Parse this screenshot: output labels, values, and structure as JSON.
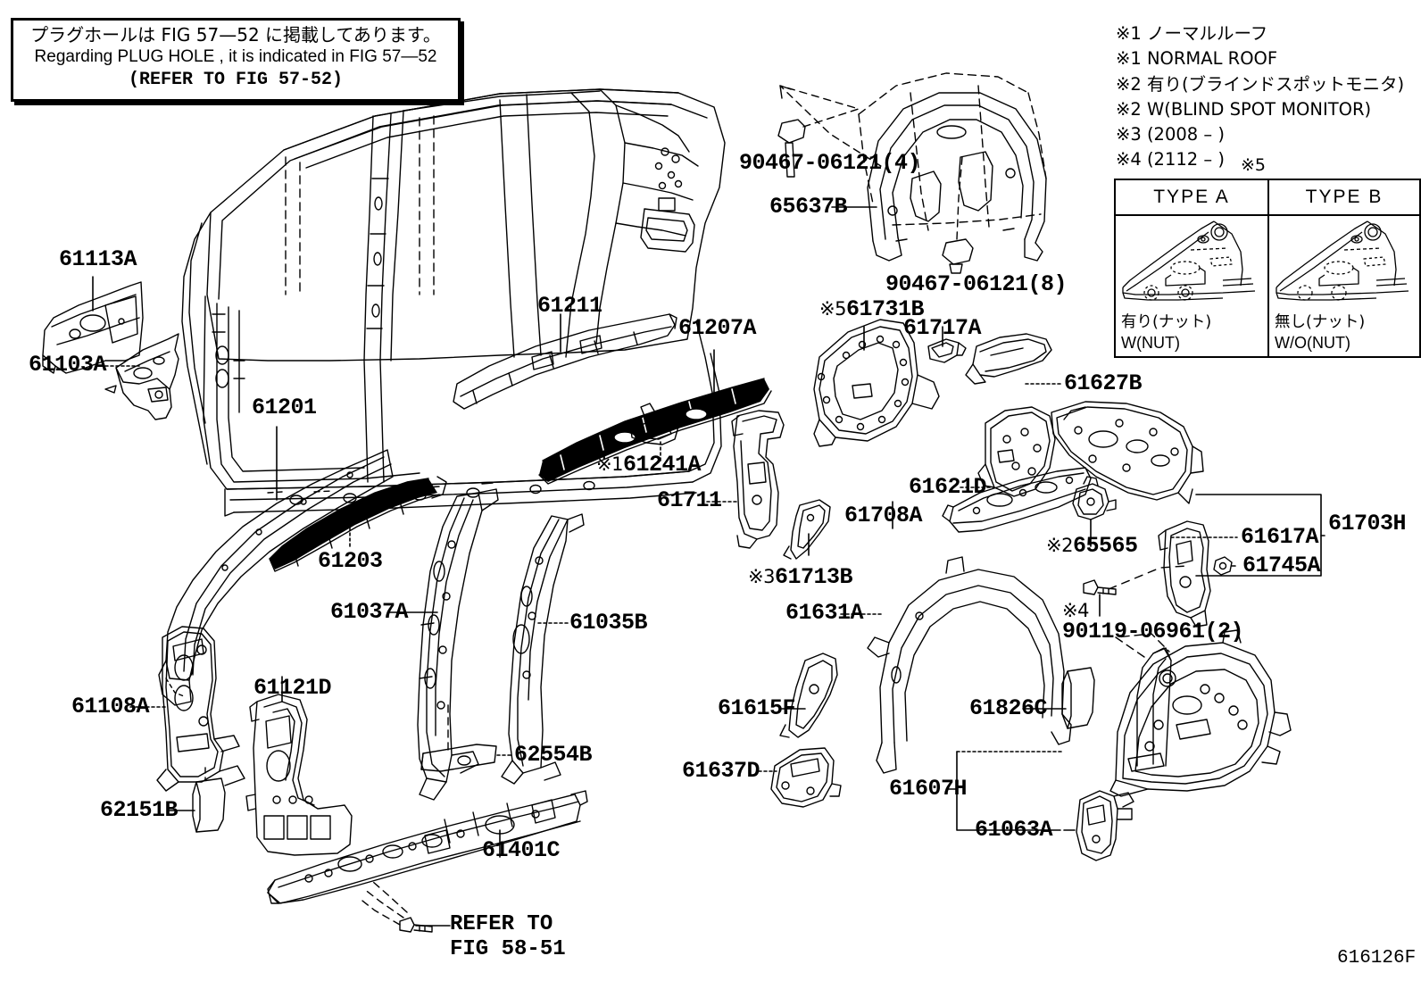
{
  "figure": {
    "code": "616126F"
  },
  "plug_hole_note": {
    "line_jp": "プラグホールは FIG 57—52 に掲載してあります。",
    "line_en": "Regarding  PLUG  HOLE , it is indicated in  FIG  57—52",
    "line_ref": "(REFER TO FIG 57-52)"
  },
  "notes": [
    "※1 ノーマルルーフ",
    "※1 NORMAL ROOF",
    "※2 有り(ブラインドスポットモニタ)",
    "※2 W(BLIND SPOT MONITOR)",
    "※3 (2008 –          )",
    "※4 (2112 –          )"
  ],
  "type_table": {
    "marker": "※5",
    "columns": [
      {
        "header": "TYPE  A",
        "caption_jp": "有り(ナット)",
        "caption_en": "W(NUT)"
      },
      {
        "header": "TYPE  B",
        "caption_jp": "無し(ナット)",
        "caption_en": "W/O(NUT)"
      }
    ]
  },
  "refer_note": {
    "line1": "REFER TO",
    "line2": "FIG 58-51"
  },
  "parts": [
    {
      "id": "p-61113A",
      "number": "61113A",
      "prefix": ""
    },
    {
      "id": "p-61103A",
      "number": "61103A",
      "prefix": ""
    },
    {
      "id": "p-61201",
      "number": "61201",
      "prefix": ""
    },
    {
      "id": "p-61203",
      "number": "61203",
      "prefix": ""
    },
    {
      "id": "p-61211",
      "number": "61211",
      "prefix": ""
    },
    {
      "id": "p-61207A",
      "number": "61207A",
      "prefix": ""
    },
    {
      "id": "p-61241A",
      "number": "61241A",
      "prefix": "※1"
    },
    {
      "id": "p-61037A",
      "number": "61037A",
      "prefix": ""
    },
    {
      "id": "p-61035B",
      "number": "61035B",
      "prefix": ""
    },
    {
      "id": "p-61108A",
      "number": "61108A",
      "prefix": ""
    },
    {
      "id": "p-61121D",
      "number": "61121D",
      "prefix": ""
    },
    {
      "id": "p-62151B",
      "number": "62151B",
      "prefix": ""
    },
    {
      "id": "p-62554B",
      "number": "62554B",
      "prefix": ""
    },
    {
      "id": "p-61401C",
      "number": "61401C",
      "prefix": ""
    },
    {
      "id": "p-90467a",
      "number": "90467-06121(4)",
      "prefix": ""
    },
    {
      "id": "p-65637B",
      "number": "65637B",
      "prefix": ""
    },
    {
      "id": "p-90467b",
      "number": "90467-06121(8)",
      "prefix": ""
    },
    {
      "id": "p-61731B",
      "number": "61731B",
      "prefix": "※5"
    },
    {
      "id": "p-61717A",
      "number": "61717A",
      "prefix": ""
    },
    {
      "id": "p-61627B",
      "number": "61627B",
      "prefix": ""
    },
    {
      "id": "p-61711",
      "number": "61711",
      "prefix": ""
    },
    {
      "id": "p-61708A",
      "number": "61708A",
      "prefix": ""
    },
    {
      "id": "p-61621D",
      "number": "61621D",
      "prefix": ""
    },
    {
      "id": "p-61713B",
      "number": "61713B",
      "prefix": "※3"
    },
    {
      "id": "p-65565",
      "number": "65565",
      "prefix": "※2"
    },
    {
      "id": "p-61617A",
      "number": "61617A",
      "prefix": ""
    },
    {
      "id": "p-61745A",
      "number": "61745A",
      "prefix": ""
    },
    {
      "id": "p-61703H",
      "number": "61703H",
      "prefix": ""
    },
    {
      "id": "p-90119",
      "number": "90119-06961(2)",
      "prefix": "※4"
    },
    {
      "id": "p-61631A",
      "number": "61631A",
      "prefix": ""
    },
    {
      "id": "p-61615F",
      "number": "61615F",
      "prefix": ""
    },
    {
      "id": "p-61637D",
      "number": "61637D",
      "prefix": ""
    },
    {
      "id": "p-61826C",
      "number": "61826C",
      "prefix": ""
    },
    {
      "id": "p-61607H",
      "number": "61607H",
      "prefix": ""
    },
    {
      "id": "p-61063A",
      "number": "61063A",
      "prefix": ""
    }
  ]
}
